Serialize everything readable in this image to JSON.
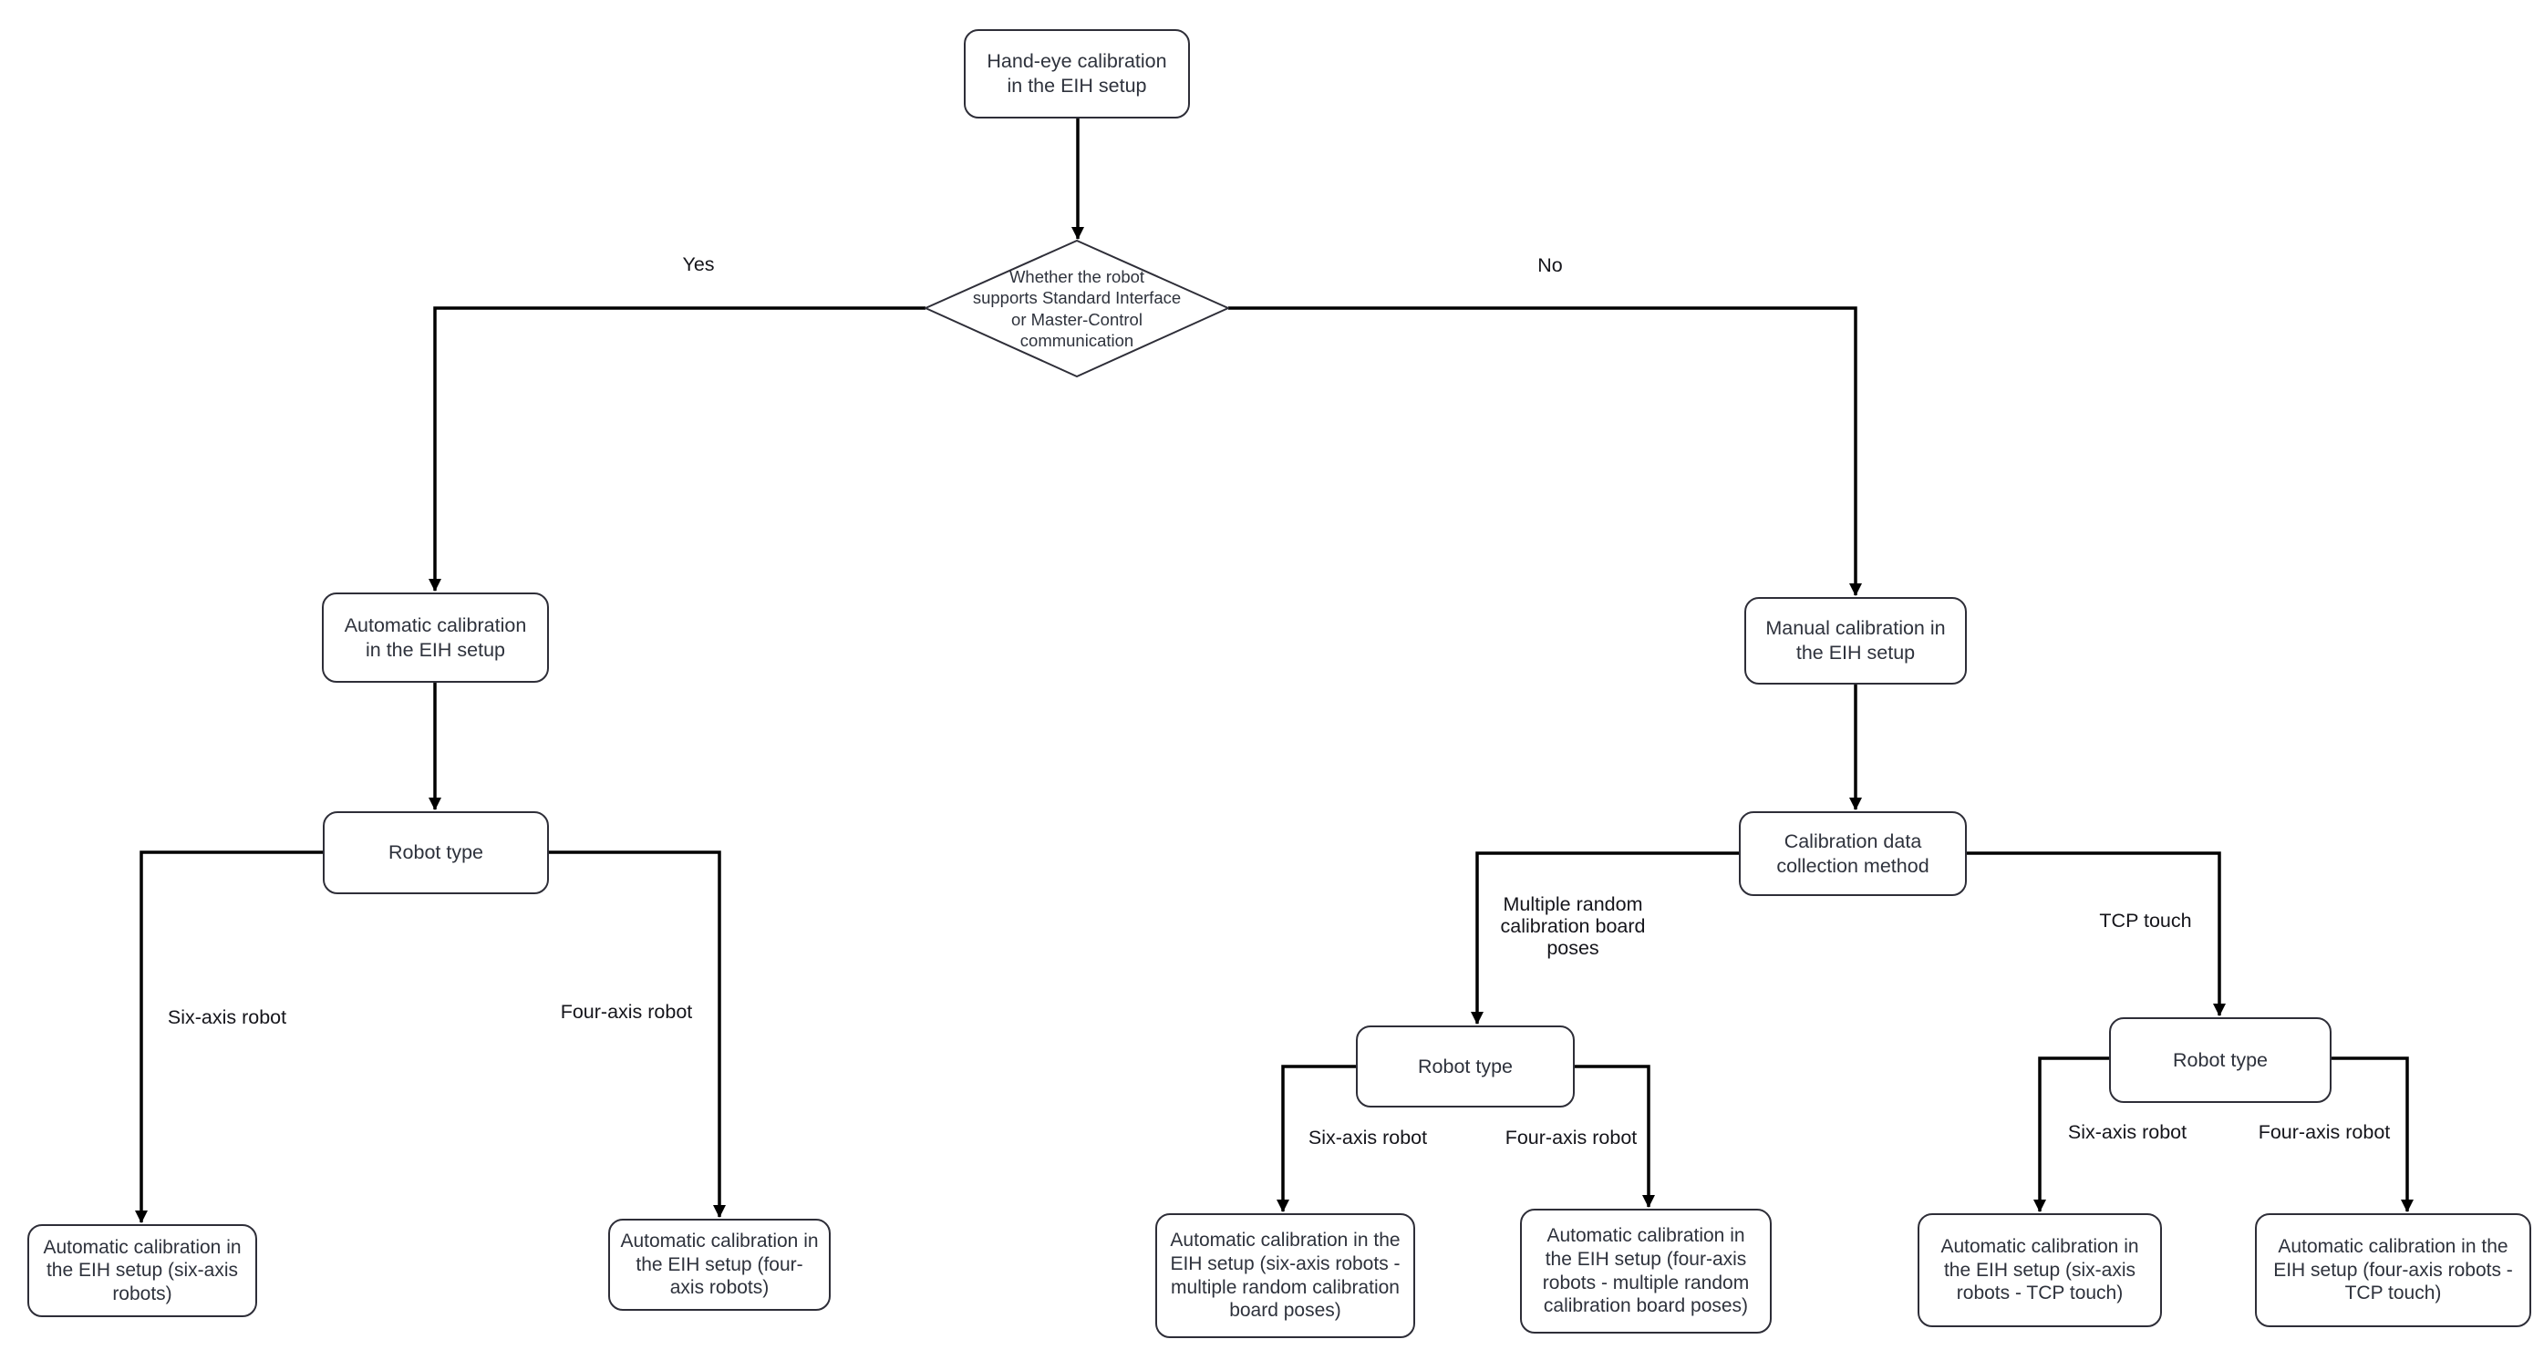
{
  "colors": {
    "background": "#ffffff",
    "edge_line": "#000000",
    "node_border": "#2e2e38",
    "node_text": "#2e323c",
    "label_text": "#15151b"
  },
  "nodes": {
    "root": "Hand-eye calibration in the EIH setup",
    "decision_lines": [
      "Whether the robot",
      "supports Standard Interface",
      "or Master-Control",
      "communication"
    ],
    "auto_eih": "Automatic calibration in the EIH setup",
    "robot_type_auto": "Robot type",
    "result_auto_six": "Automatic calibration in the EIH setup (six-axis robots)",
    "result_auto_four": "Automatic calibration in the EIH setup (four-axis robots)",
    "manual_eih": "Manual calibration in the EIH setup",
    "collection_method": "Calibration data collection method",
    "robot_type_board": "Robot type",
    "result_board_six": "Automatic calibration in the EIH setup (six-axis robots - multiple random calibration board poses)",
    "result_board_four": "Automatic calibration in the EIH setup (four-axis robots - multiple random calibration board poses)",
    "robot_type_tcp": "Robot type",
    "result_tcp_six": "Automatic calibration in the EIH setup (six-axis robots - TCP touch)",
    "result_tcp_four": "Automatic calibration in the EIH setup (four-axis robots - TCP touch)"
  },
  "edge_labels": {
    "yes": "Yes",
    "no": "No",
    "six_axis_auto": "Six-axis robot",
    "four_axis_auto": "Four-axis robot",
    "board_poses": "Multiple random calibration board poses",
    "tcp_touch": "TCP touch",
    "six_axis_board": "Six-axis robot",
    "four_axis_board": "Four-axis robot",
    "six_axis_tcp": "Six-axis robot",
    "four_axis_tcp": "Four-axis robot"
  }
}
